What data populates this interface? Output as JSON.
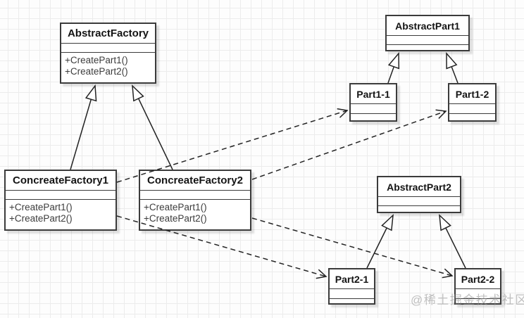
{
  "diagram": {
    "pattern": "Abstract Factory",
    "classes": [
      {
        "name": "AbstractFactory",
        "methods": [
          "+CreatePart1()",
          "+CreatePart2()"
        ]
      },
      {
        "name": "ConcreateFactory1",
        "methods": [
          "+CreatePart1()",
          "+CreatePart2()"
        ]
      },
      {
        "name": "ConcreateFactory2",
        "methods": [
          "+CreatePart1()",
          "+CreatePart2()"
        ]
      },
      {
        "name": "AbstractPart1",
        "methods": []
      },
      {
        "name": "Part1-1",
        "methods": []
      },
      {
        "name": "Part1-2",
        "methods": []
      },
      {
        "name": "AbstractPart2",
        "methods": []
      },
      {
        "name": "Part2-1",
        "methods": []
      },
      {
        "name": "Part2-2",
        "methods": []
      }
    ],
    "relationships": [
      {
        "type": "generalization",
        "from": "ConcreateFactory1",
        "to": "AbstractFactory"
      },
      {
        "type": "generalization",
        "from": "ConcreateFactory2",
        "to": "AbstractFactory"
      },
      {
        "type": "generalization",
        "from": "Part1-1",
        "to": "AbstractPart1"
      },
      {
        "type": "generalization",
        "from": "Part1-2",
        "to": "AbstractPart1"
      },
      {
        "type": "generalization",
        "from": "Part2-1",
        "to": "AbstractPart2"
      },
      {
        "type": "generalization",
        "from": "Part2-2",
        "to": "AbstractPart2"
      },
      {
        "type": "dependency",
        "from": "ConcreateFactory1",
        "to": "Part1-1"
      },
      {
        "type": "dependency",
        "from": "ConcreateFactory1",
        "to": "Part2-1"
      },
      {
        "type": "dependency",
        "from": "ConcreateFactory2",
        "to": "Part1-2"
      },
      {
        "type": "dependency",
        "from": "ConcreateFactory2",
        "to": "Part2-2"
      }
    ],
    "watermark": "@稀土掘金技术社区",
    "colors": {
      "canvas_bg": "#fdfdfd",
      "grid_line": "#ececec",
      "box_fill": "#ffffff",
      "box_border": "#3b3b3b",
      "title_text": "#141414",
      "method_text": "#3c3c3c",
      "arrow_stroke": "#232323",
      "watermark_text": "#8c8c8c"
    }
  }
}
